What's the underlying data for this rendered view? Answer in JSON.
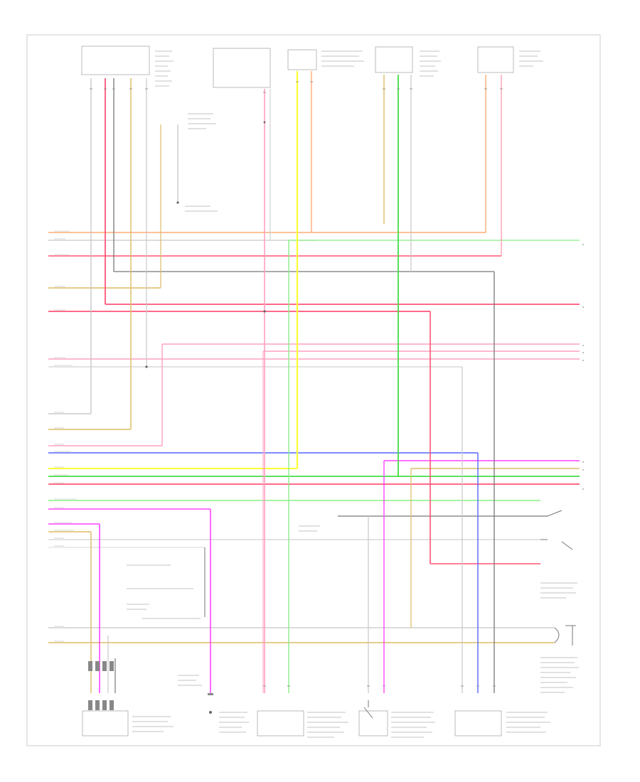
{
  "colors": {
    "background": "#ffffff",
    "frame": "#cccccc",
    "component_outline": "#aaaaaa",
    "wire_red": "#ff5577",
    "wire_pink": "#ff99bb",
    "wire_light_blue": "#b0b0b0",
    "wire_yellow": "#ffff33",
    "wire_dark_green": "#33dd33",
    "wire_light_green": "#66ee66",
    "wire_tan": "#ddbb66",
    "wire_orange": "#ffaa77",
    "wire_blue": "#5566ff",
    "wire_violet": "#ff33ff",
    "wire_black": "#666666",
    "wire_gray": "#bbbbbb",
    "wire_white": "#e6e6e6"
  },
  "diagram": {
    "page_number": "",
    "components": [
      {
        "id": "module-top-1",
        "label": ""
      },
      {
        "id": "module-top-2",
        "label": ""
      },
      {
        "id": "module-top-3",
        "label": ""
      },
      {
        "id": "module-top-4",
        "label": ""
      },
      {
        "id": "module-top-5",
        "label": ""
      },
      {
        "id": "sensor-bottom-1",
        "label": ""
      },
      {
        "id": "sensor-bottom-2",
        "label": ""
      },
      {
        "id": "sensor-bottom-3",
        "label": ""
      },
      {
        "id": "sensor-bottom-4",
        "label": ""
      },
      {
        "id": "sensor-bottom-5",
        "label": ""
      }
    ]
  }
}
